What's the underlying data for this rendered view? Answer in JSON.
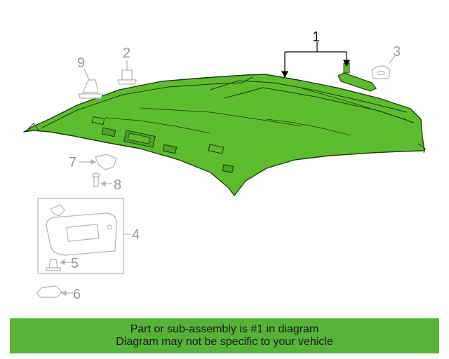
{
  "diagram": {
    "main_part_color": "#5dbb2e",
    "callouts": {
      "c1": "1",
      "c2": "2",
      "c3": "3",
      "c4": "4",
      "c5": "5",
      "c6": "6",
      "c7": "7",
      "c8": "8",
      "c9": "9"
    }
  },
  "banner": {
    "line1": "Part or sub-assembly is #1 in diagram",
    "line2": "Diagram may not be specific to your vehicle",
    "color": "#55b339"
  }
}
